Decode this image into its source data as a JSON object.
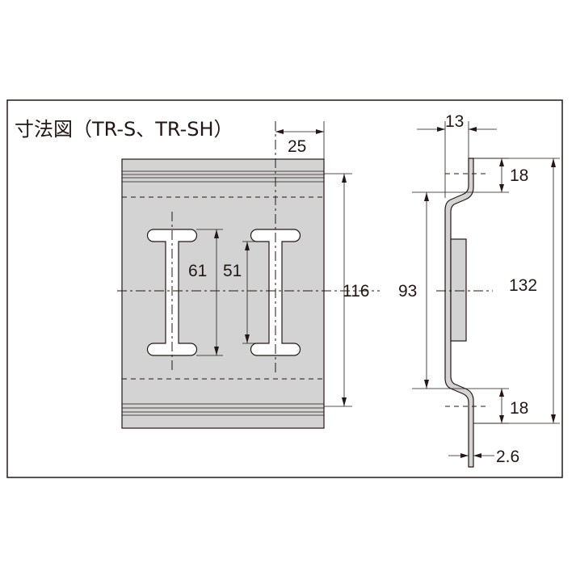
{
  "title": "寸法図（TR-S、TR-SH）",
  "dimensions": {
    "d25": "25",
    "d61": "61",
    "d51": "51",
    "d116": "116",
    "d13": "13",
    "d18_top": "18",
    "d93": "93",
    "d132": "132",
    "d18_bottom": "18",
    "d2_6": "2.6"
  },
  "colors": {
    "line": "#231815",
    "part_fill": "#d3d3d3",
    "background": "#ffffff"
  }
}
